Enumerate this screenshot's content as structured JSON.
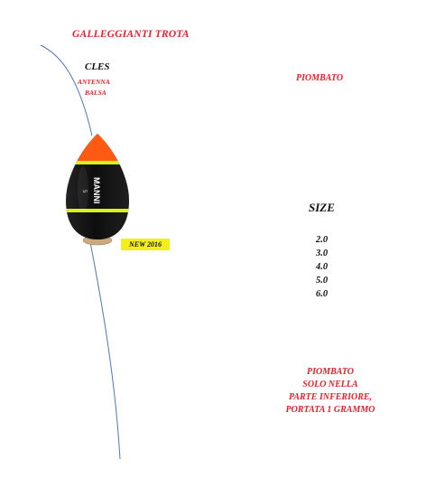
{
  "header": {
    "title": "GALLEGGIANTI  TROTA"
  },
  "product": {
    "model": "CLES",
    "antenna_line1": "ANTENNA",
    "antenna_line2": "BALSA",
    "brand_logo": "MANNI",
    "body_number": "5",
    "badge": "NEW 2016",
    "colors": {
      "tip": "#ff5a14",
      "body": "#1a1a1a",
      "band": "#d7f21a",
      "base": "#c9a97d",
      "line": "#4a79b8"
    }
  },
  "specs": {
    "piombato_top": "PIOMBATO",
    "size_heading": "SIZE",
    "sizes": [
      "2.0",
      "3.0",
      "4.0",
      "5.0",
      "6.0"
    ]
  },
  "description": {
    "lines": [
      "PIOMBATO",
      "SOLO NELLA",
      "PARTE INFERIORE,",
      "PORTATA 1 GRAMMO"
    ]
  }
}
